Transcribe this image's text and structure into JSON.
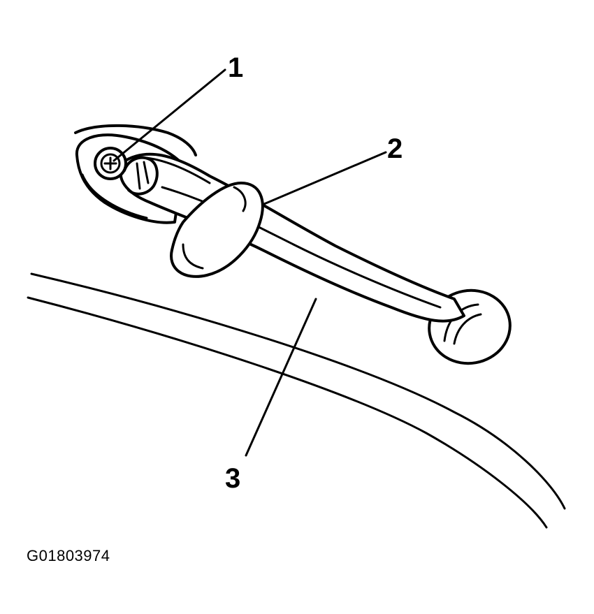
{
  "callouts": [
    {
      "label": "1",
      "part": "screw"
    },
    {
      "label": "2",
      "part": "handle-cap"
    },
    {
      "label": "3",
      "part": "assist-handle"
    }
  ],
  "figure_id": "G01803974"
}
